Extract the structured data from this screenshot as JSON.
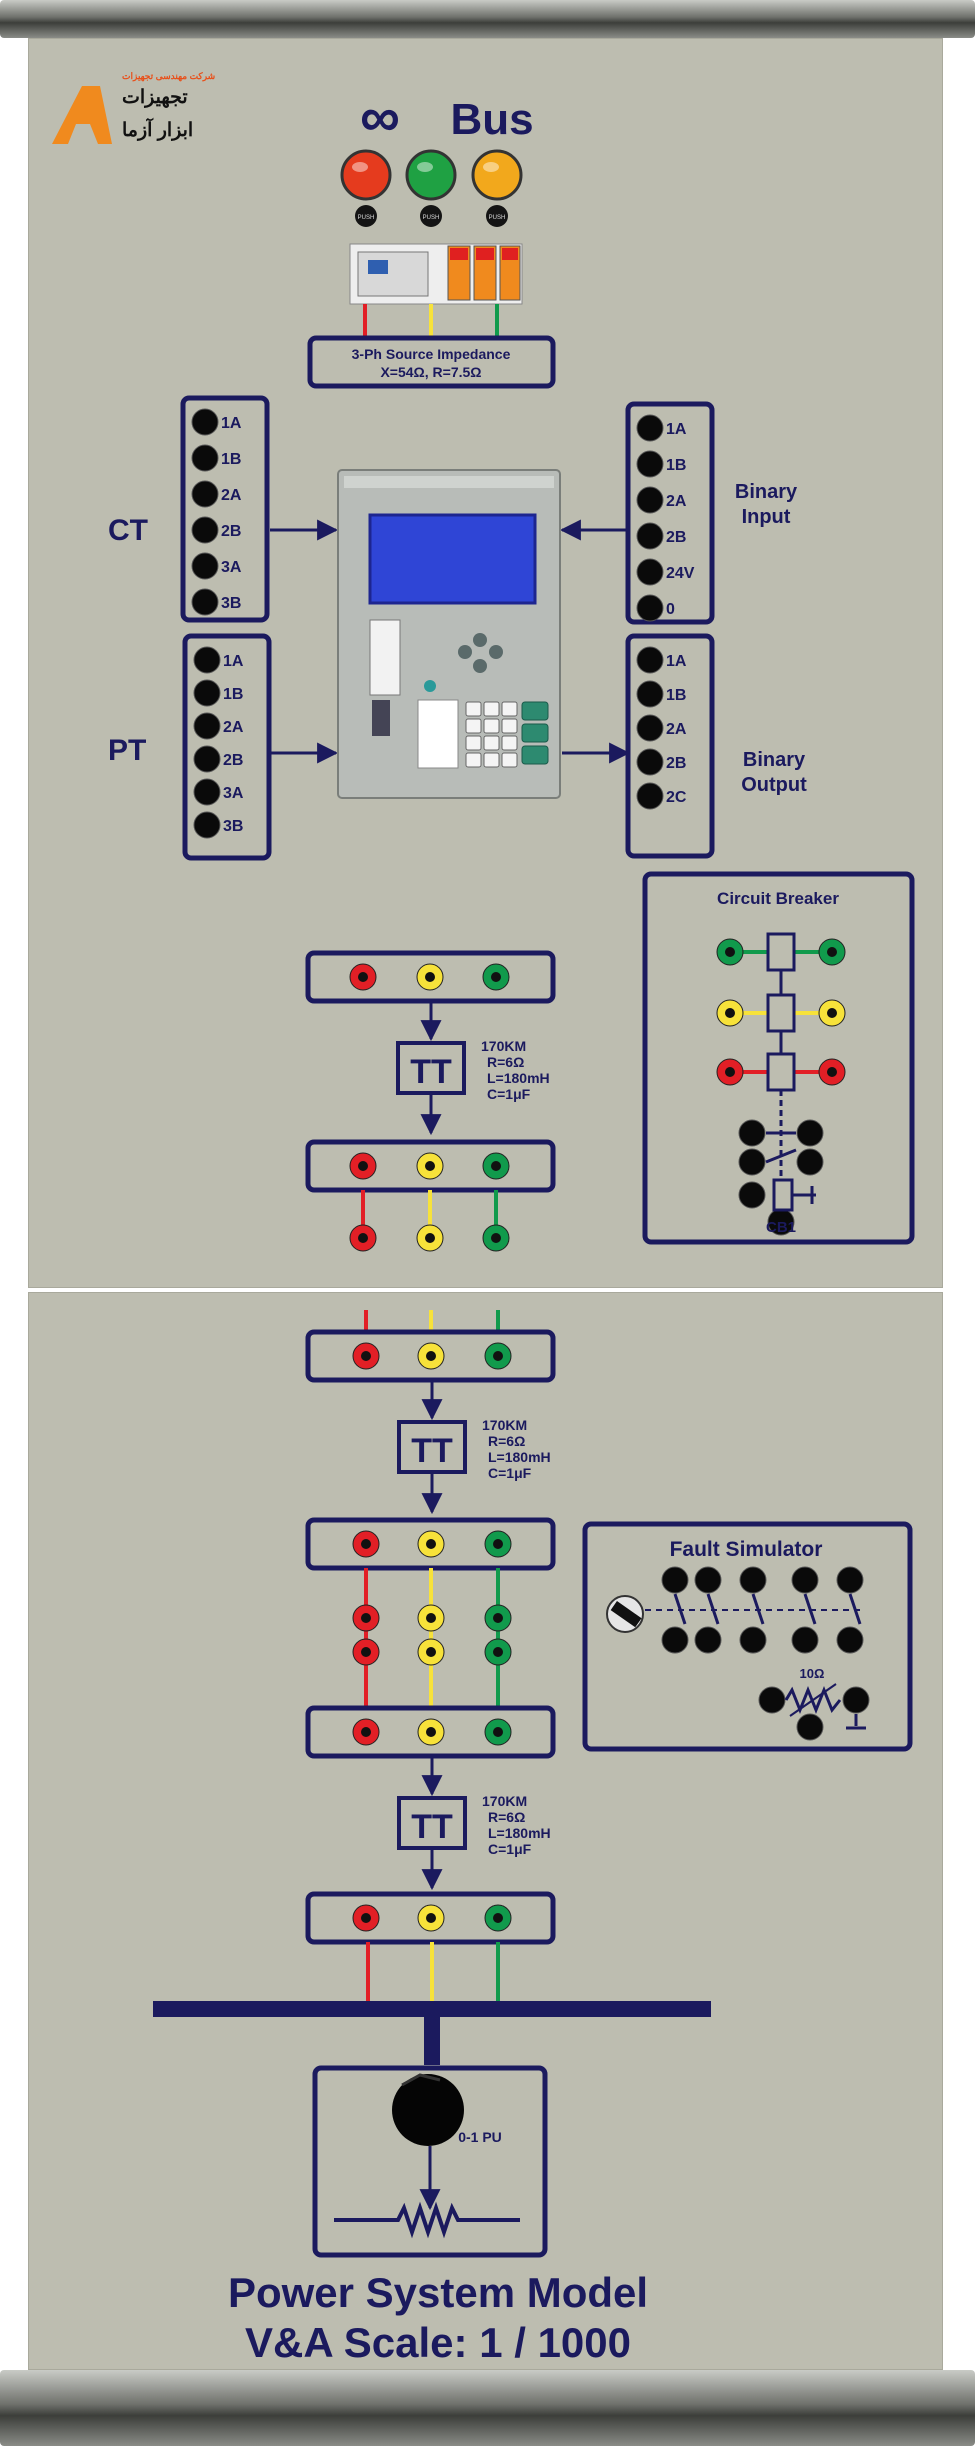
{
  "logo": {
    "small_text": "شرکت مهندسی تجهیزات",
    "line1": "تجهیزات",
    "line2": "ابزار آزما",
    "letter": "A"
  },
  "header": {
    "infinity": "∞",
    "title": "Bus",
    "lamp_tags": [
      "PUSH",
      "PUSH",
      "PUSH"
    ]
  },
  "lamp_colors": [
    "#e53b1e",
    "#1fa143",
    "#f2a81c"
  ],
  "phase_colors": {
    "red": "#e21f26",
    "yellow": "#f7e23a",
    "green": "#119a4c"
  },
  "accent": "#1b1a5e",
  "source": {
    "line1": "3-Ph Source Impedance",
    "line2": "X=54Ω, R=7.5Ω"
  },
  "ct": {
    "label": "CT",
    "terminals": [
      "1A",
      "1B",
      "2A",
      "2B",
      "3A",
      "3B"
    ]
  },
  "pt": {
    "label": "PT",
    "terminals": [
      "1A",
      "1B",
      "2A",
      "2B",
      "3A",
      "3B"
    ]
  },
  "binary_input": {
    "label_line1": "Binary",
    "label_line2": "Input",
    "terminals": [
      "1A",
      "1B",
      "2A",
      "2B",
      "24V",
      "0"
    ]
  },
  "binary_output": {
    "label_line1": "Binary",
    "label_line2": "Output",
    "terminals": [
      "1A",
      "1B",
      "2A",
      "2B",
      "2C"
    ]
  },
  "circuit_breaker": {
    "title": "Circuit Breaker",
    "label": "CB1"
  },
  "line_model": {
    "symbol": "TT",
    "length": "170KM",
    "r": "R=6Ω",
    "l": "L=180mH",
    "c": "C=1μF"
  },
  "fault_simulator": {
    "title": "Fault Simulator",
    "resistor": "10Ω"
  },
  "load": {
    "label": "0-1 PU"
  },
  "footer": {
    "line1": "Power System Model",
    "line2": "V&A Scale: 1 / 1000"
  }
}
